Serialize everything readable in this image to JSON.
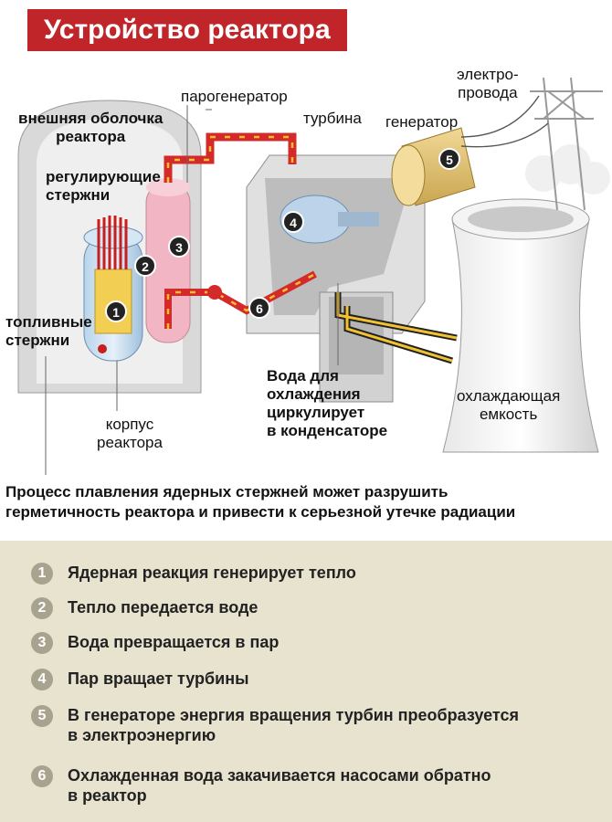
{
  "title": "Устройство реактора",
  "labels": {
    "outer_shell": "внешняя оболочка\nреактора",
    "control_rods": "регулирующие\nстержни",
    "fuel_rods": "топливные\nстержни",
    "vessel": "корпус\nреактора",
    "steam_gen": "парогенератор",
    "turbine": "турбина",
    "generator": "генератор",
    "power_lines": "электро-\nпровода",
    "condenser_note": "Вода для\nохлаждения\nциркулирует\nв конденсаторе",
    "cooling_tower": "охлаждающая\nемкость"
  },
  "markers": [
    "1",
    "2",
    "3",
    "4",
    "5",
    "6"
  ],
  "summary": "Процесс плавления ядерных стержней может разрушить\nгерметичность реактора и привести к серьезной утечке радиации",
  "legend": [
    {
      "num": "1",
      "text": "Ядерная реакция генерирует тепло"
    },
    {
      "num": "2",
      "text": "Тепло передается воде"
    },
    {
      "num": "3",
      "text": "Вода превращается в пар"
    },
    {
      "num": "4",
      "text": "Пар вращает турбины"
    },
    {
      "num": "5",
      "text": "В генераторе энергия вращения турбин преобразуется\nв электроэнергию"
    },
    {
      "num": "6",
      "text": "Охлажденная вода закачивается насосами обратно\nв реактор"
    }
  ],
  "colors": {
    "title_bg": "#c0252a",
    "pipe_hot": "#d42a2a",
    "flow_arrow": "#f2c230",
    "legend_bg": "#e7e3cf",
    "badge": "#a8a38f"
  }
}
